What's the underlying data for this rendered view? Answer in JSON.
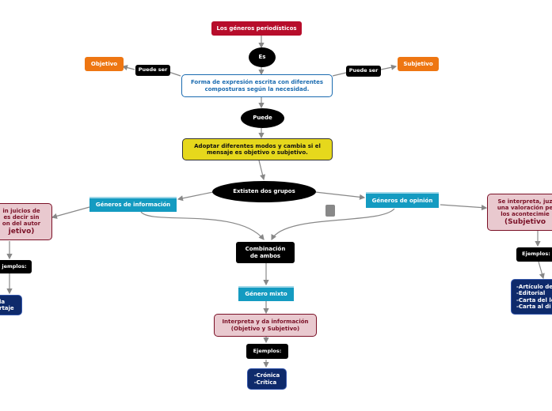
{
  "nodes": {
    "root": "Los géneros periodísticos",
    "es": "Es",
    "objetivo": "Objetivo",
    "subjetivo": "Subjetivo",
    "puede_ser_left": "Puede ser",
    "puede_ser_right": "Puede ser",
    "definition": "Forma de expresión escrita con diferentes\ncomposturas según la necesidad.",
    "puede": "Puede",
    "adopt": "Adoptar diferentes modos y cambia si el\nmensaje es objetivo o subjetivo.",
    "dos_grupos": "Extisten dos grupos",
    "info": "Géneros de información",
    "opinion": "Géneros de opinión",
    "info_desc_lines": [
      "in juicios de",
      "es decir sin",
      "on del autor",
      "jetivo)"
    ],
    "opinion_desc_lines": [
      "Se interpreta, juz",
      "una valoración pe",
      "los acontecimie",
      "(Subjetivo"
    ],
    "ejemplos_left": "jemplos:",
    "ejemplos_right": "Ejemplos:",
    "left_examples": "la\nrtaje",
    "right_examples": "-Artículo de\n-Editorial\n-Carta del le\n-Carta al di",
    "combinacion": "Combinación\nde ambos",
    "mixto": "Género mixto",
    "interpreta": "Interpreta y da información\n(Objetivo y Subjetivo)",
    "ejemplos_center": "Ejemplos:",
    "center_examples": "-Crónica\n-Crítica"
  }
}
